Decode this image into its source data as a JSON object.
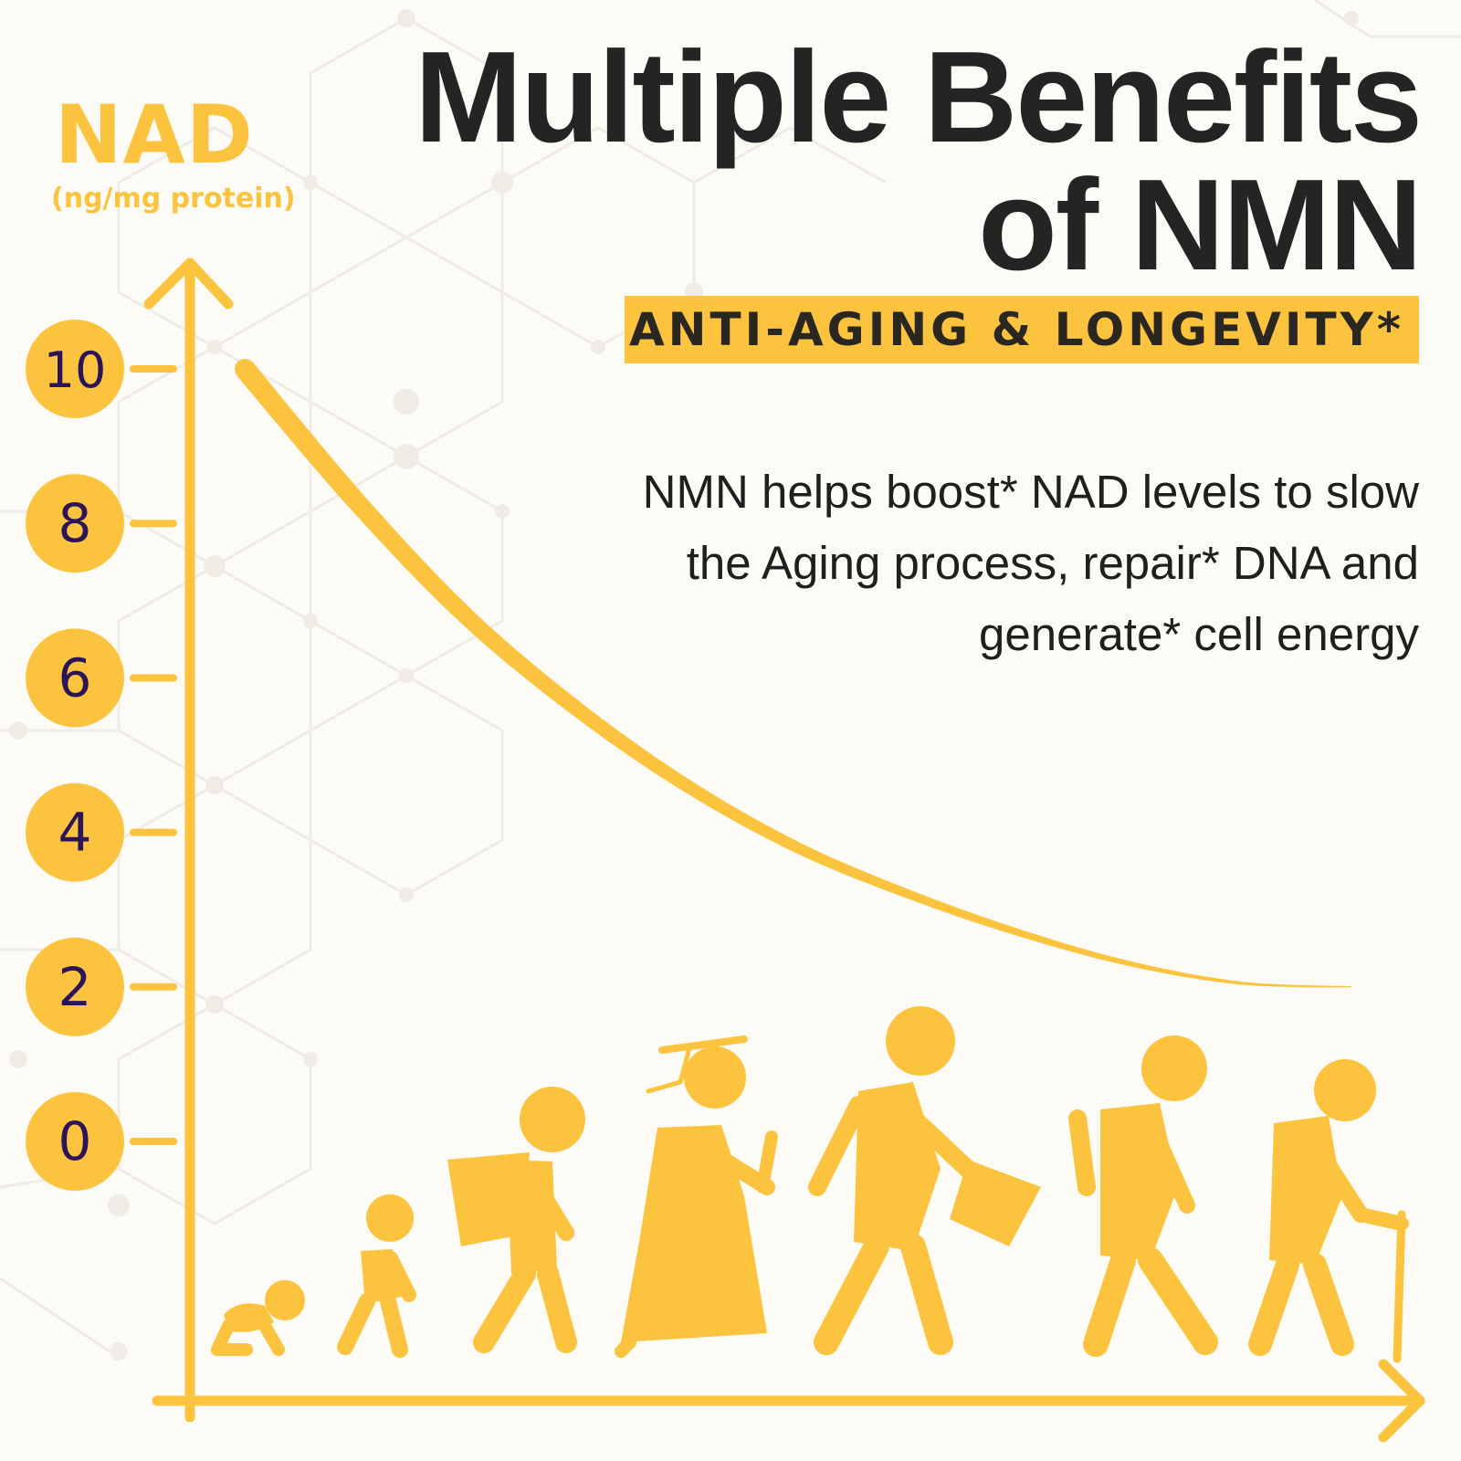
{
  "title": {
    "line1": "Multiple Benefits",
    "line2": "of NMN"
  },
  "banner": "ANTI-AGING & LONGEVITY*",
  "description": [
    "NMN helps boost* NAD levels to slow",
    "the Aging process, repair* DNA and",
    "generate* cell energy"
  ],
  "colors": {
    "accent": "#fcc43e",
    "title": "#242424",
    "tick_text": "#2b1458",
    "background": "#fcfbf6"
  },
  "chart_data": {
    "type": "line",
    "ylabel": "NAD",
    "yunit": "(ng/mg protein)",
    "xlabel": "",
    "ylim": [
      0,
      10
    ],
    "yticks": [
      "0",
      "2",
      "4",
      "6",
      "8",
      "10"
    ],
    "grid": false,
    "series": [
      {
        "x": [
          0,
          0.1,
          0.2,
          0.3,
          0.4,
          0.5,
          0.6,
          0.7,
          0.8,
          0.9,
          1.0
        ],
        "values": [
          10.0,
          8.3,
          6.8,
          5.6,
          4.6,
          3.8,
          3.2,
          2.7,
          2.3,
          2.05,
          2.0
        ]
      }
    ],
    "figures": [
      "baby-icon",
      "toddler-icon",
      "schoolchild-icon",
      "graduate-icon",
      "worker-icon",
      "senior-icon",
      "elderly-cane-icon"
    ]
  }
}
